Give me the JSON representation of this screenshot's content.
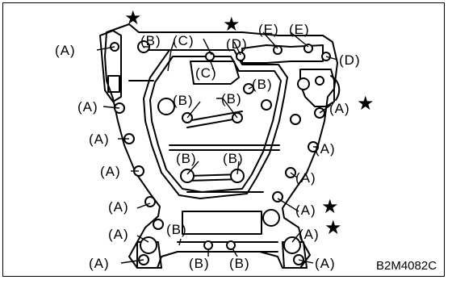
{
  "figure_code": "B2M4082C",
  "callouts": {
    "A": "(A)",
    "B": "(B)",
    "C": "(C)",
    "D": "(D)",
    "E": "(E)"
  },
  "star_symbol": "★",
  "colors": {
    "ink": "#000000",
    "paper": "#ffffff"
  }
}
